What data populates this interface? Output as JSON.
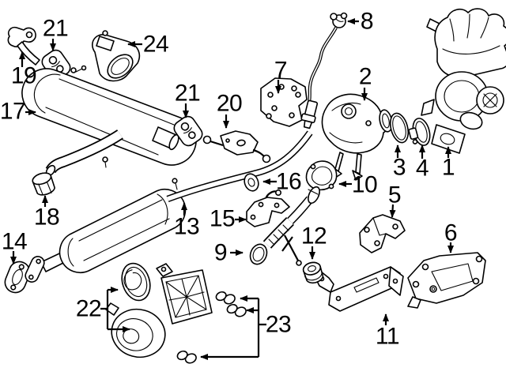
{
  "figure": {
    "type": "exploded-parts-diagram",
    "colors": {
      "background": "#ffffff",
      "line_art": "#000000",
      "label_text": "#000000"
    }
  },
  "callouts": [
    {
      "label": "19",
      "arrow": "up"
    },
    {
      "label": "21",
      "arrow": "down"
    },
    {
      "label": "24",
      "arrow": "left"
    },
    {
      "label": "17",
      "arrow": "right"
    },
    {
      "label": "21",
      "arrow": "down"
    },
    {
      "label": "20",
      "arrow": "down"
    },
    {
      "label": "7",
      "arrow": "down"
    },
    {
      "label": "8",
      "arrow": "left"
    },
    {
      "label": "2",
      "arrow": "down"
    },
    {
      "label": "1",
      "arrow": "up"
    },
    {
      "label": "3",
      "arrow": "up"
    },
    {
      "label": "4",
      "arrow": "up"
    },
    {
      "label": "10",
      "arrow": "left"
    },
    {
      "label": "5",
      "arrow": "down"
    },
    {
      "label": "6",
      "arrow": "down"
    },
    {
      "label": "16",
      "arrow": "left"
    },
    {
      "label": "15",
      "arrow": "right"
    },
    {
      "label": "13",
      "arrow": "up"
    },
    {
      "label": "9",
      "arrow": "right"
    },
    {
      "label": "12",
      "arrow": "down"
    },
    {
      "label": "11",
      "arrow": "up"
    },
    {
      "label": "14",
      "arrow": "down"
    },
    {
      "label": "18",
      "arrow": "up"
    },
    {
      "label": "22",
      "arrow": "bracket-right-2"
    },
    {
      "label": "23",
      "arrow": "bracket-left-3"
    }
  ]
}
